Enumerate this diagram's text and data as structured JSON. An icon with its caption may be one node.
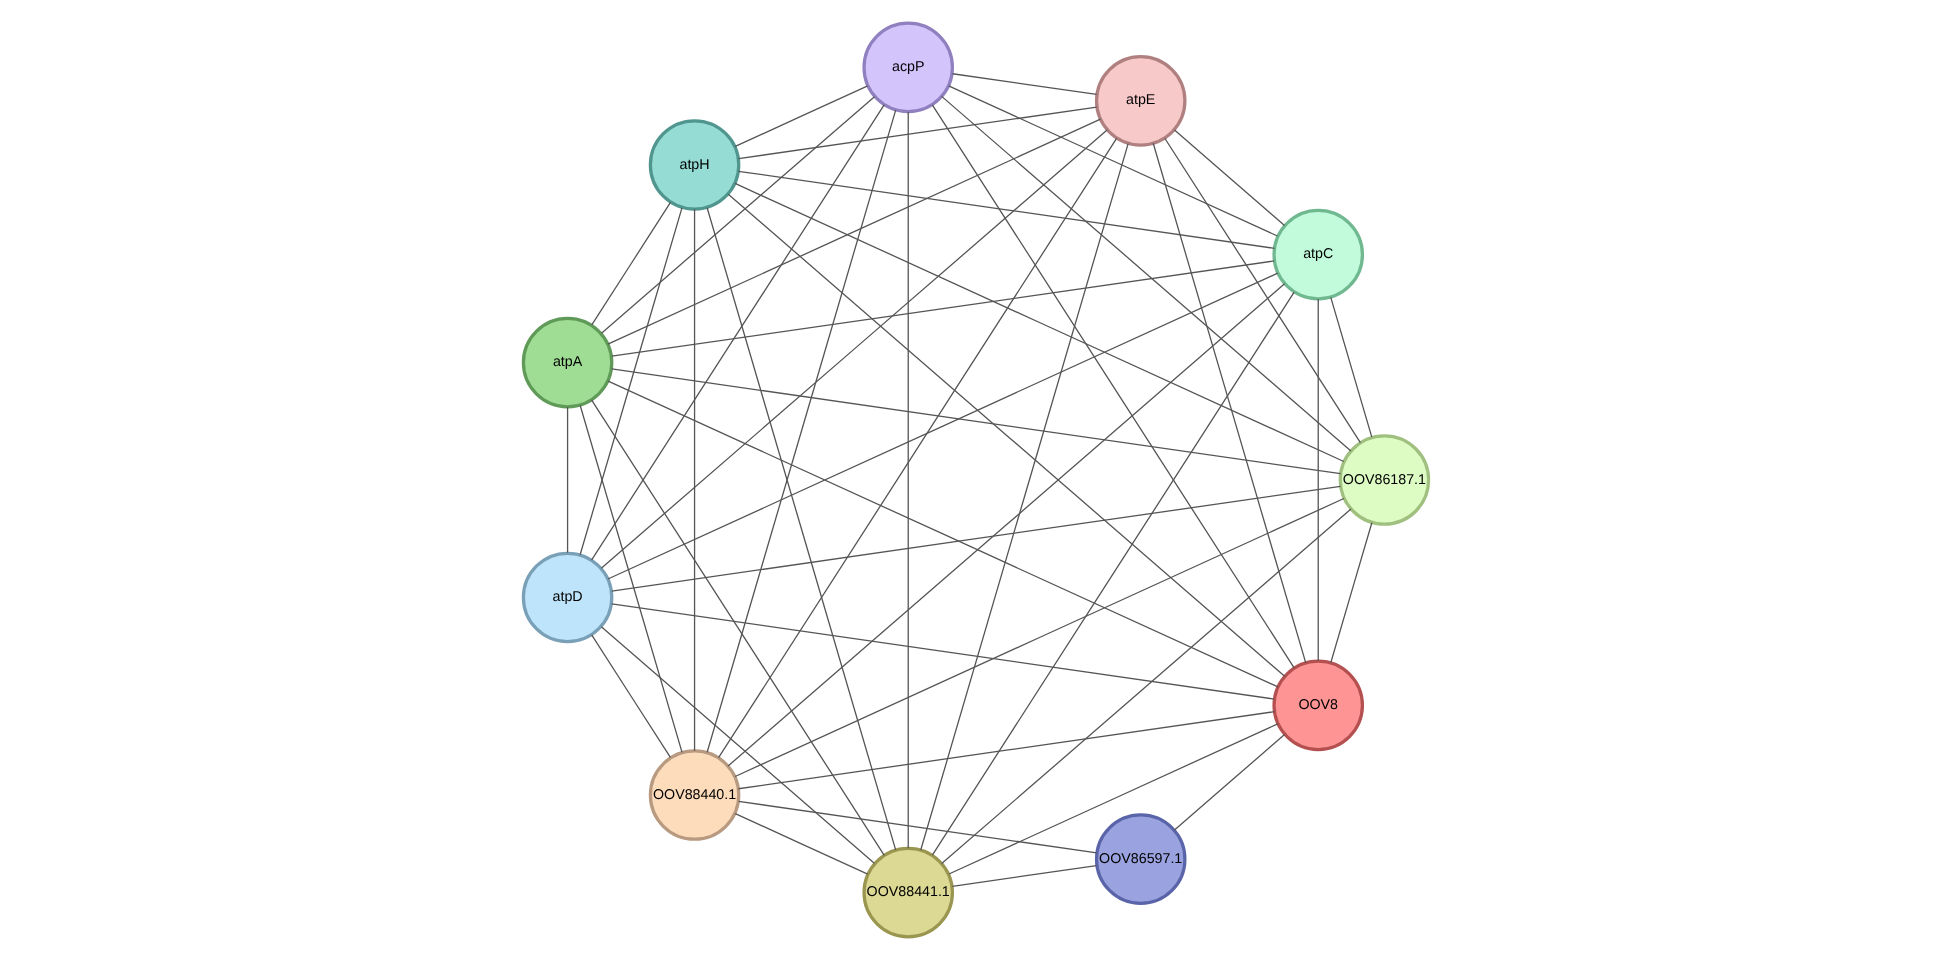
{
  "diagram": {
    "nodes": [
      {
        "text": [
          "OOV86597.1"
        ]
      },
      {
        "text": [
          "OOV8"
        ]
      },
      {
        "text": [
          "OOV88440.1"
        ]
      },
      {
        "text": [
          "OOV88441.1"
        ]
      },
      {
        "text": [
          "OOV86187.1"
        ]
      },
      {
        "text": [
          "atpD"
        ]
      },
      {
        "text": [
          "atpA"
        ]
      },
      {
        "text": [
          "atpH"
        ]
      },
      {
        "text": [
          "acpP"
        ]
      },
      {
        "text": [
          "atpE"
        ]
      },
      {
        "text": [
          "atpC"
        ]
      }
    ],
    "edges": [
      {
        "from": 0,
        "to": 1,
        "arrow": "none"
      },
      {
        "from": 0,
        "to": 2,
        "arrow": "none"
      },
      {
        "from": 0,
        "to": 3,
        "arrow": "none"
      },
      {
        "from": 1,
        "to": 2,
        "arrow": "none"
      },
      {
        "from": 1,
        "to": 3,
        "arrow": "none"
      },
      {
        "from": 1,
        "to": 4,
        "arrow": "none"
      },
      {
        "from": 1,
        "to": 5,
        "arrow": "none"
      },
      {
        "from": 1,
        "to": 6,
        "arrow": "none"
      },
      {
        "from": 1,
        "to": 7,
        "arrow": "none"
      },
      {
        "from": 1,
        "to": 8,
        "arrow": "none"
      },
      {
        "from": 1,
        "to": 9,
        "arrow": "none"
      },
      {
        "from": 1,
        "to": 10,
        "arrow": "none"
      },
      {
        "from": 2,
        "to": 3,
        "arrow": "none"
      },
      {
        "from": 2,
        "to": 4,
        "arrow": "none"
      },
      {
        "from": 2,
        "to": 5,
        "arrow": "none"
      },
      {
        "from": 2,
        "to": 6,
        "arrow": "none"
      },
      {
        "from": 2,
        "to": 7,
        "arrow": "none"
      },
      {
        "from": 2,
        "to": 8,
        "arrow": "none"
      },
      {
        "from": 2,
        "to": 9,
        "arrow": "none"
      },
      {
        "from": 2,
        "to": 10,
        "arrow": "none"
      },
      {
        "from": 3,
        "to": 4,
        "arrow": "none"
      },
      {
        "from": 3,
        "to": 5,
        "arrow": "none"
      },
      {
        "from": 3,
        "to": 6,
        "arrow": "none"
      },
      {
        "from": 3,
        "to": 7,
        "arrow": "none"
      },
      {
        "from": 3,
        "to": 8,
        "arrow": "none"
      },
      {
        "from": 3,
        "to": 9,
        "arrow": "none"
      },
      {
        "from": 3,
        "to": 10,
        "arrow": "none"
      },
      {
        "from": 4,
        "to": 5,
        "arrow": "none"
      },
      {
        "from": 4,
        "to": 6,
        "arrow": "none"
      },
      {
        "from": 4,
        "to": 7,
        "arrow": "none"
      },
      {
        "from": 4,
        "to": 8,
        "arrow": "none"
      },
      {
        "from": 4,
        "to": 9,
        "arrow": "none"
      },
      {
        "from": 4,
        "to": 10,
        "arrow": "none"
      },
      {
        "from": 5,
        "to": 6,
        "arrow": "none"
      },
      {
        "from": 5,
        "to": 7,
        "arrow": "none"
      },
      {
        "from": 5,
        "to": 8,
        "arrow": "none"
      },
      {
        "from": 5,
        "to": 9,
        "arrow": "none"
      },
      {
        "from": 5,
        "to": 10,
        "arrow": "none"
      },
      {
        "from": 6,
        "to": 7,
        "arrow": "none"
      },
      {
        "from": 6,
        "to": 8,
        "arrow": "none"
      },
      {
        "from": 6,
        "to": 9,
        "arrow": "none"
      },
      {
        "from": 6,
        "to": 10,
        "arrow": "none"
      },
      {
        "from": 7,
        "to": 8,
        "arrow": "none"
      },
      {
        "from": 7,
        "to": 9,
        "arrow": "none"
      },
      {
        "from": 7,
        "to": 10,
        "arrow": "none"
      },
      {
        "from": 8,
        "to": 9,
        "arrow": "none"
      },
      {
        "from": 8,
        "to": 10,
        "arrow": "none"
      },
      {
        "from": 9,
        "to": 10,
        "arrow": "none"
      }
    ]
  }
}
